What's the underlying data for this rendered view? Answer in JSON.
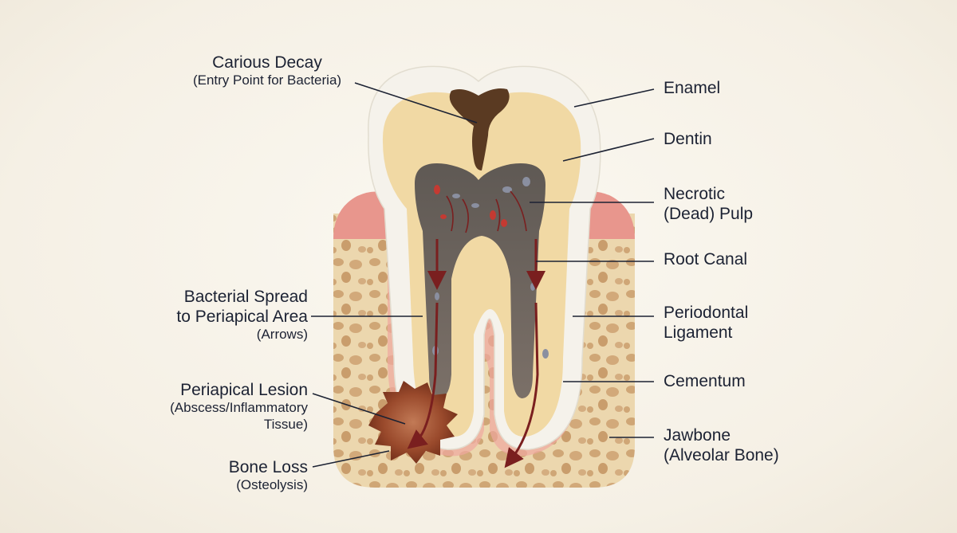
{
  "labels": {
    "carious_decay": {
      "title": "Carious Decay",
      "note": "(Entry Point for Bacteria)"
    },
    "bacterial_spread": {
      "line1": "Bacterial Spread",
      "line2": "to Periapical Area",
      "note": "(Arrows)"
    },
    "periapical_lesion": {
      "title": "Periapical Lesion",
      "note1": "(Abscess/Inflammatory",
      "note2": "Tissue)"
    },
    "bone_loss": {
      "title": "Bone Loss",
      "note": "(Osteolysis)"
    },
    "enamel": {
      "title": "Enamel"
    },
    "dentin": {
      "title": "Dentin"
    },
    "necrotic_pulp": {
      "line1": "Necrotic",
      "line2": "(Dead) Pulp"
    },
    "root_canal": {
      "title": "Root Canal"
    },
    "periodontal_ligament": {
      "line1": "Periodontal",
      "line2": "Ligament"
    },
    "cementum": {
      "title": "Cementum"
    },
    "jawbone": {
      "line1": "Jawbone",
      "line2": "(Alveolar Bone)"
    }
  },
  "colors": {
    "enamel": "#f4f1ea",
    "dentin": "#f0d9a6",
    "pulp": "#6d6660",
    "decay": "#5a3a22",
    "gum": "#e89a92",
    "bone": "#e9d3a8",
    "bone_holes": "#c9a070",
    "lesion": "#8a3e26",
    "arrow": "#7a1f1f",
    "leader": "#1c2233"
  }
}
